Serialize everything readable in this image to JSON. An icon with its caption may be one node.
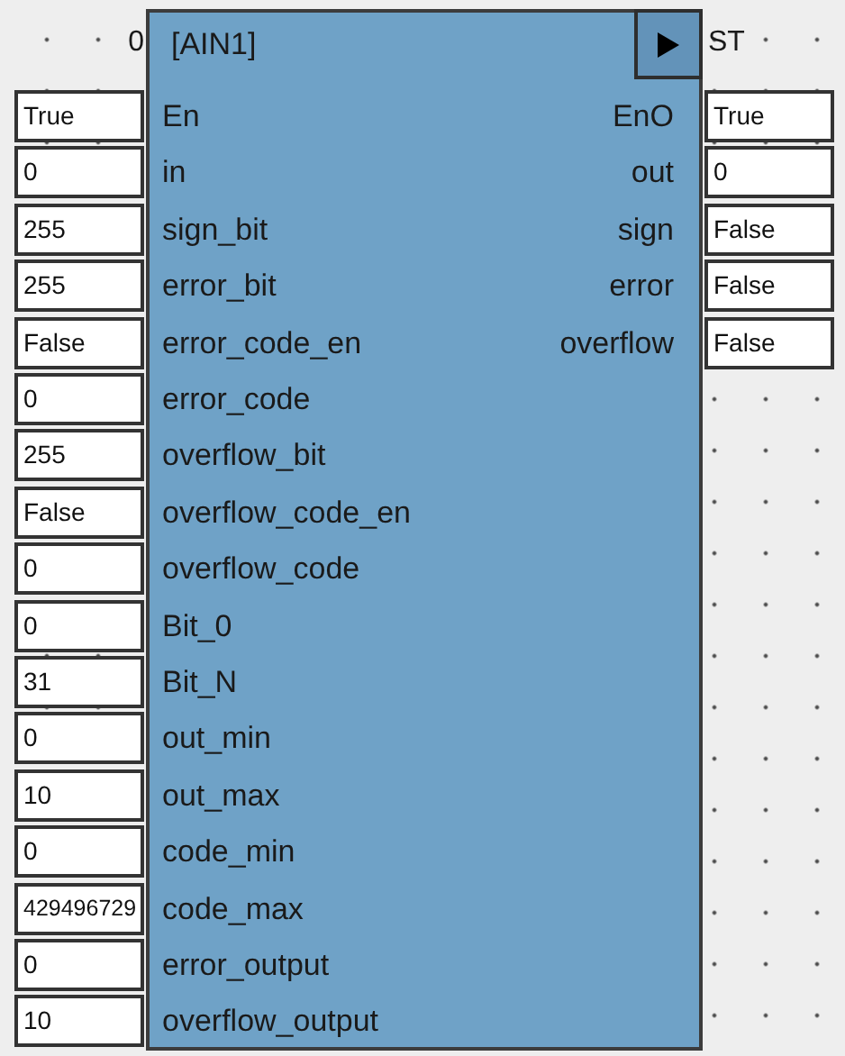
{
  "diagram": {
    "nodes": [
      {
        "text": [
          "[AIN1]",
          "En",
          "EnO",
          "in",
          "out",
          "sign_bit",
          "sign",
          "error_bit",
          "error",
          "error_code_en",
          "overflow",
          "error_code",
          "overflow_bit",
          "overflow_code_en",
          "overflow_code",
          "Bit_0",
          "Bit_N",
          "out_min",
          "out_max",
          "code_min",
          "code_max",
          "error_output",
          "overflow_output"
        ],
        "beside": [
          "0",
          "ST"
        ]
      },
      {
        "text": [
          "True"
        ]
      },
      {
        "text": [
          "True"
        ]
      },
      {
        "text": [
          "0"
        ]
      },
      {
        "text": [
          "0"
        ]
      },
      {
        "text": [
          "255"
        ]
      },
      {
        "text": [
          "False"
        ]
      },
      {
        "text": [
          "255"
        ]
      },
      {
        "text": [
          "False"
        ]
      },
      {
        "text": [
          "False"
        ]
      },
      {
        "text": [
          "False"
        ]
      },
      {
        "text": [
          "0"
        ]
      },
      {
        "text": [
          "255"
        ]
      },
      {
        "text": [
          "False"
        ]
      },
      {
        "text": [
          "0"
        ]
      },
      {
        "text": [
          "0"
        ]
      },
      {
        "text": [
          "31"
        ]
      },
      {
        "text": [
          "0"
        ]
      },
      {
        "text": [
          "10"
        ]
      },
      {
        "text": [
          "0"
        ]
      },
      {
        "text": [
          "429496729"
        ]
      },
      {
        "text": [
          "0"
        ]
      },
      {
        "text": [
          "10"
        ]
      }
    ]
  }
}
